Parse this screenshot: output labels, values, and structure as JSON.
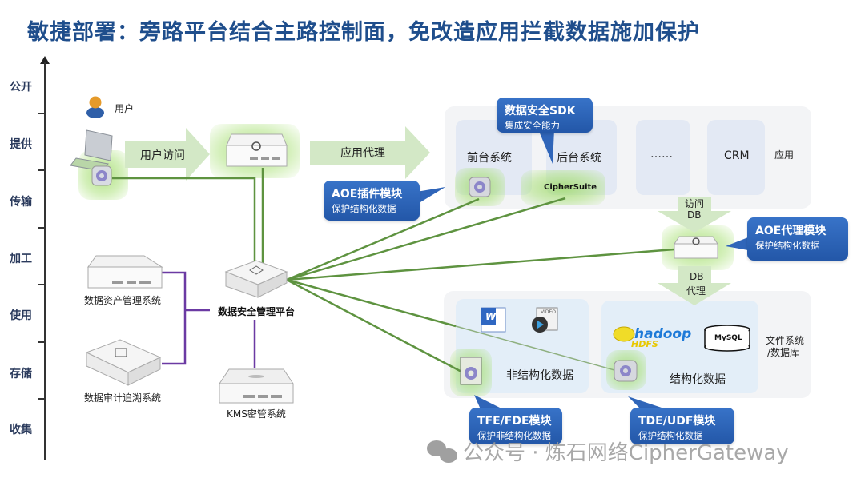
{
  "title": "敏捷部署：旁路平台结合主路控制面，免改造应用拦截数据施加保护",
  "lifecycle_axis": [
    "公开",
    "提供",
    "传输",
    "加工",
    "使用",
    "存储",
    "收集"
  ],
  "nodes": {
    "user": "用户",
    "user_access_arrow": "用户访问",
    "app_proxy_arrow": "应用代理",
    "management_platform": "数据安全管理平台",
    "asset_mgmt": "数据资产管理系统",
    "audit_trace": "数据审计追溯系统",
    "kms": "KMS密管系统"
  },
  "app_layer": {
    "label": "应用",
    "systems": [
      "前台系统",
      "后台系统",
      "……",
      "CRM"
    ],
    "ciphersuite": "CipherSuite"
  },
  "db_flow": {
    "access_db": [
      "访问",
      "DB"
    ],
    "db_proxy": [
      "DB",
      "代理"
    ]
  },
  "storage_layer": {
    "label": [
      "文件系统",
      "/数据库"
    ],
    "unstructured": "非结构化数据",
    "structured": "结构化数据",
    "hadoop_logo": "hadoop",
    "hdfs_logo": "HDFS",
    "mysql": "MySQL",
    "word_icon": "W",
    "video_icon": "VIDEO"
  },
  "callouts": {
    "sdk": {
      "title": "数据安全SDK",
      "sub": "集成安全能力"
    },
    "aoe_plugin": {
      "title": "AOE插件模块",
      "sub": "保护结构化数据"
    },
    "aoe_proxy": {
      "title": "AOE代理模块",
      "sub": "保护结构化数据"
    },
    "tfe_fde": {
      "title": "TFE/FDE模块",
      "sub": "保护非结构化数据"
    },
    "tde_udf": {
      "title": "TDE/UDF模块",
      "sub": "保护结构化数据"
    }
  },
  "watermark": "公众号 · 炼石网络CipherGateway",
  "colors": {
    "title": "#1f4e8c",
    "callout": "#2a60b5",
    "green_line": "#5a8f3a",
    "purple_line": "#6a3aa0",
    "arrow_fill": "#cfe5bf"
  }
}
